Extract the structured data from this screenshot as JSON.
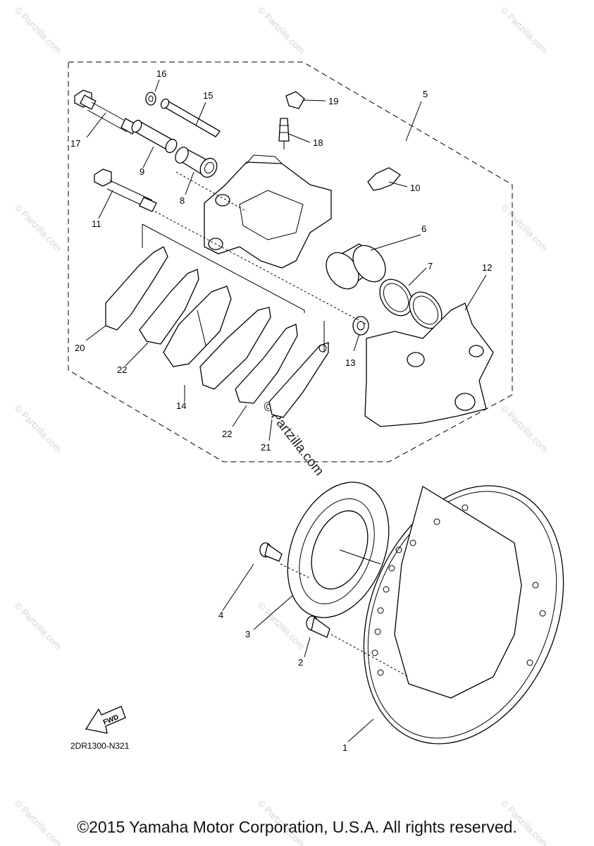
{
  "callouts": {
    "c1": "1",
    "c2": "2",
    "c3": "3",
    "c4": "4",
    "c5": "5",
    "c6": "6",
    "c7": "7",
    "c8": "8",
    "c9": "9",
    "c10": "10",
    "c11": "11",
    "c12": "12",
    "c13": "13",
    "c14": "14",
    "c15": "15",
    "c16": "16",
    "c17": "17",
    "c18": "18",
    "c19": "19",
    "c20": "20",
    "c21": "21",
    "c22a": "22",
    "c22b": "22"
  },
  "diagram_code": "2DR1300-N321",
  "fwd_label": "FWD",
  "watermark": "© Partzilla.com",
  "copyright": "©2015 Yamaha Motor Corporation, U.S.A. All rights reserved."
}
